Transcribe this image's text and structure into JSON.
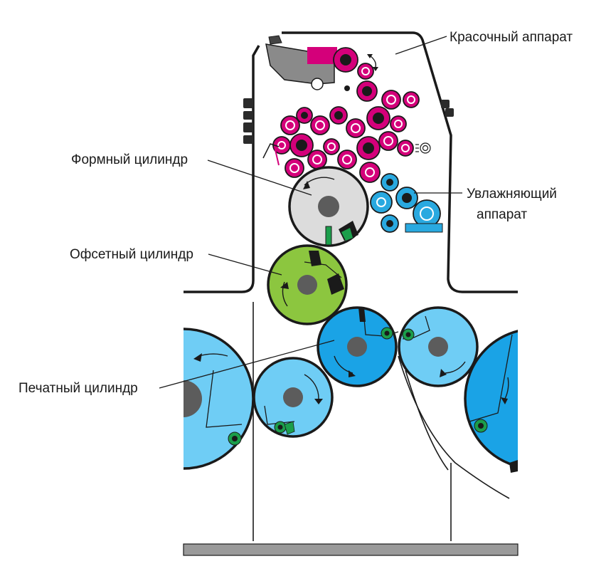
{
  "labels": {
    "inking_unit": "Красочный аппарат",
    "plate_cylinder": "Формный цилиндр",
    "dampening_unit_line1": "Увлажняющий",
    "dampening_unit_line2": "аппарат",
    "blanket_cylinder": "Офсетный цилиндр",
    "impression_cylinder": "Печатный цилиндр"
  },
  "colors": {
    "ink_rollers": "#d4007a",
    "dampening_rollers": "#29a9e0",
    "plate_cylinder": "#dcdcdc",
    "blanket_cylinder": "#8cc63f",
    "impression_cylinder": "#1aa3e6",
    "transfer_cylinders": "#6fcdf5",
    "grippers": "#1b9e4b",
    "frame": "#1a1a1a",
    "base_plate": "#9a9a9a"
  }
}
